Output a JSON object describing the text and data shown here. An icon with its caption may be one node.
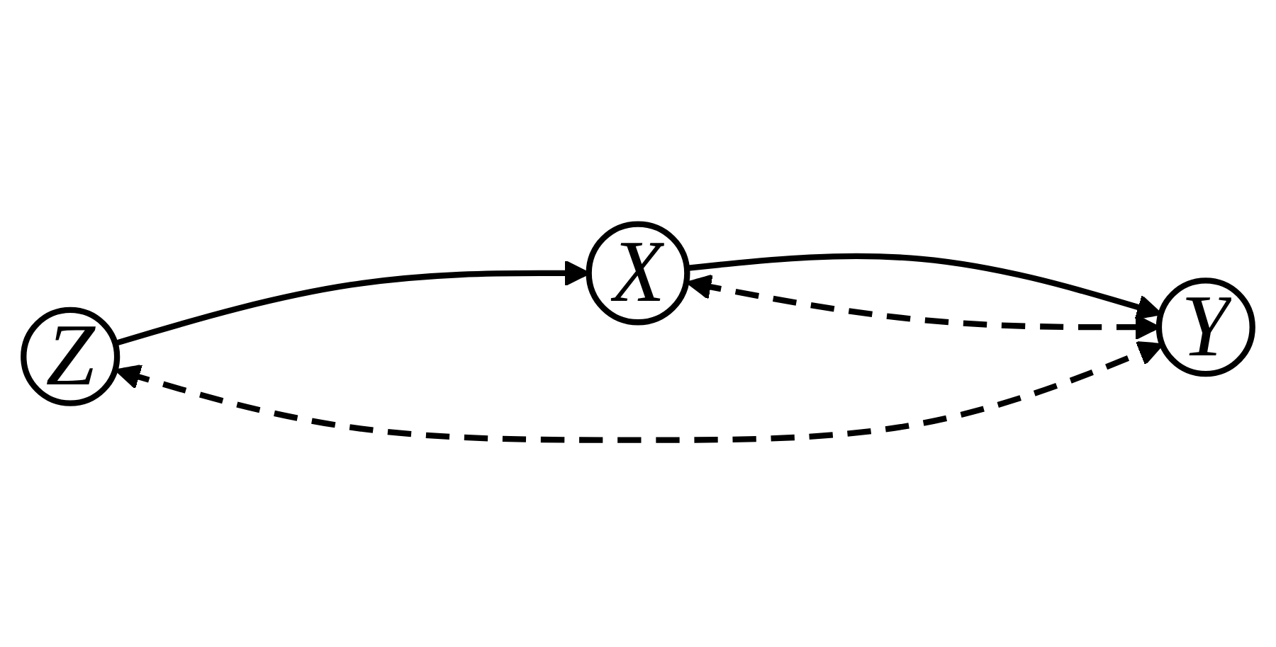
{
  "diagram": {
    "nodes": [
      {
        "text": [
          "Z"
        ]
      },
      {
        "text": [
          "X"
        ]
      },
      {
        "text": [
          "Y"
        ]
      }
    ],
    "edges": [
      {
        "from": 0,
        "to": 1,
        "arrow": "to"
      },
      {
        "from": 1,
        "to": 2,
        "arrow": "to"
      },
      {
        "from": 0,
        "to": 2,
        "arrow": "both",
        "style": "dashed"
      },
      {
        "from": 1,
        "to": 2,
        "arrow": "both",
        "style": "dashed"
      }
    ]
  }
}
